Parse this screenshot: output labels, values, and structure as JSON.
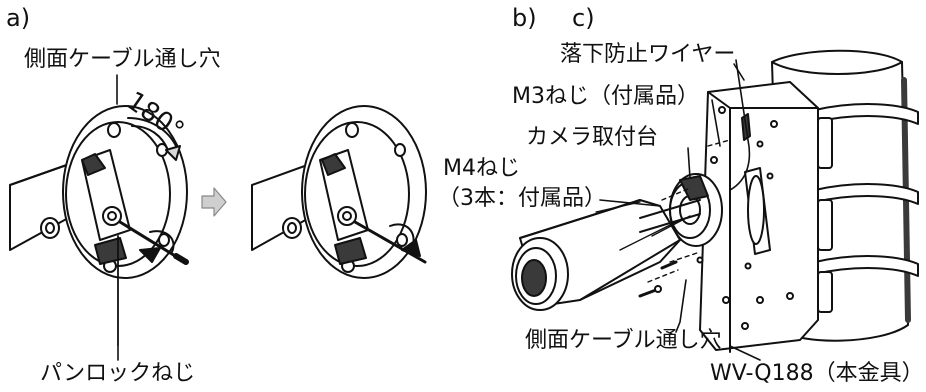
{
  "panel_a": {
    "section_label": "a)",
    "side_hole_label": "側面ケーブル通し穴",
    "rotation_label": "180°",
    "pan_lock_screw_label": "パンロックねじ"
  },
  "panel_bc": {
    "section_label_b": "b)",
    "section_label_c": "c)",
    "safety_wire_label": "落下防止ワイヤー",
    "m3_screw_label": "M3ねじ（付属品）",
    "camera_mount_label": "カメラ取付台",
    "m4_screw_label": "M4ねじ",
    "m4_screw_qty_label": "（3本：付属品）",
    "side_hole_label": "側面ケーブル通し穴",
    "bracket_label": "WV-Q188（本金具）"
  },
  "colors": {
    "line": "#111111",
    "fill": "#ffffff",
    "shade": "#d9d9d9",
    "dark": "#3a3a3a",
    "arrow_fill": "#cfcfcf"
  }
}
